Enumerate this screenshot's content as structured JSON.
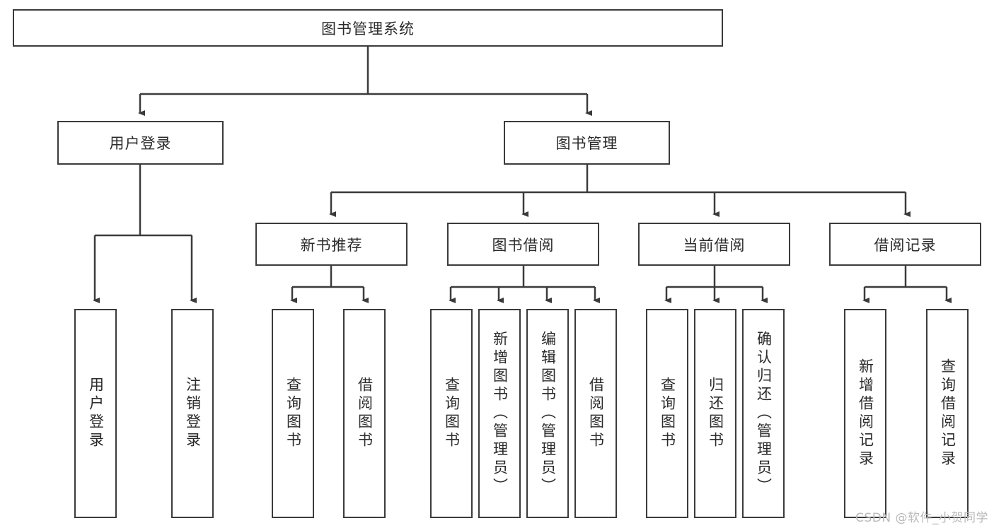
{
  "diagram": {
    "title": "图书管理系统",
    "type": "hierarchy-tree",
    "root": {
      "label": "图书管理系统"
    },
    "level2": [
      {
        "id": "user-login",
        "label": "用户登录"
      },
      {
        "id": "book-manage",
        "label": "图书管理"
      }
    ],
    "level3": [
      {
        "id": "new-book-rec",
        "label": "新书推荐",
        "parent": "book-manage"
      },
      {
        "id": "book-borrow",
        "label": "图书借阅",
        "parent": "book-manage"
      },
      {
        "id": "current-borrow",
        "label": "当前借阅",
        "parent": "book-manage"
      },
      {
        "id": "borrow-record",
        "label": "借阅记录",
        "parent": "book-manage"
      }
    ],
    "leaves": [
      {
        "id": "leaf-user-login",
        "label": "用户登录",
        "parent": "user-login"
      },
      {
        "id": "leaf-logout",
        "label": "注销登录",
        "parent": "user-login"
      },
      {
        "id": "leaf-query-book-1",
        "label": "查询图书",
        "parent": "new-book-rec"
      },
      {
        "id": "leaf-borrow-book-1",
        "label": "借阅图书",
        "parent": "new-book-rec"
      },
      {
        "id": "leaf-query-book-2",
        "label": "查询图书",
        "parent": "book-borrow"
      },
      {
        "id": "leaf-add-book",
        "label": "新增图书（管理员）",
        "parent": "book-borrow"
      },
      {
        "id": "leaf-edit-book",
        "label": "编辑图书（管理员）",
        "parent": "book-borrow"
      },
      {
        "id": "leaf-borrow-book-2",
        "label": "借阅图书",
        "parent": "book-borrow"
      },
      {
        "id": "leaf-query-book-3",
        "label": "查询图书",
        "parent": "current-borrow"
      },
      {
        "id": "leaf-return-book",
        "label": "归还图书",
        "parent": "current-borrow"
      },
      {
        "id": "leaf-confirm-return",
        "label": "确认归还（管理员）",
        "parent": "current-borrow"
      },
      {
        "id": "leaf-add-record",
        "label": "新增借阅记录",
        "parent": "borrow-record"
      },
      {
        "id": "leaf-query-record",
        "label": "查询借阅记录",
        "parent": "borrow-record"
      }
    ],
    "watermark": "CSDN @软件_小贺同学",
    "colors": {
      "stroke": "#3b3b3b",
      "text": "#2b2b2b",
      "background": "#ffffff",
      "watermark": "#b9b9b9"
    }
  }
}
